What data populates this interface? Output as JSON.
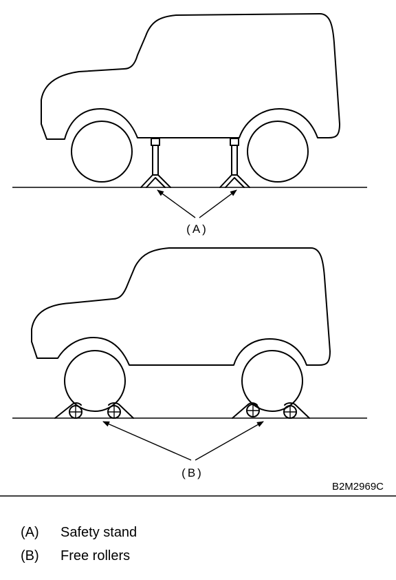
{
  "figure": {
    "callout_a": "(A)",
    "callout_b": "(B)",
    "figure_code": "B2M2969C"
  },
  "legend": [
    {
      "key": "(A)",
      "label": "Safety stand"
    },
    {
      "key": "(B)",
      "label": "Free rollers"
    }
  ]
}
